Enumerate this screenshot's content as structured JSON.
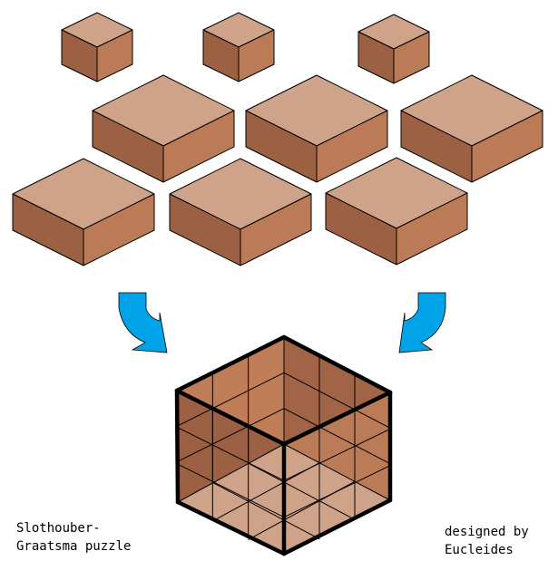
{
  "diagram": {
    "title_lines": [
      "Slothouber-",
      "Graatsma puzzle"
    ],
    "credit_lines": [
      "designed by",
      "Eucleides"
    ],
    "pieces": {
      "small_cubes": {
        "count": 3,
        "size": "1x1x1"
      },
      "flat_blocks": {
        "count": 6,
        "size": "1x2x2"
      }
    },
    "result": {
      "size": "3x3x3",
      "grid": 3
    },
    "colors": {
      "top_face": "#cfa28a",
      "left_face": "#9c6142",
      "right_face": "#bb7b57",
      "inner_back_right": "#a26446",
      "inner_back_left": "#bf7e58",
      "inner_floor": "#cfa28a",
      "arrow": "#00a2e8",
      "outline": "#000000"
    }
  }
}
